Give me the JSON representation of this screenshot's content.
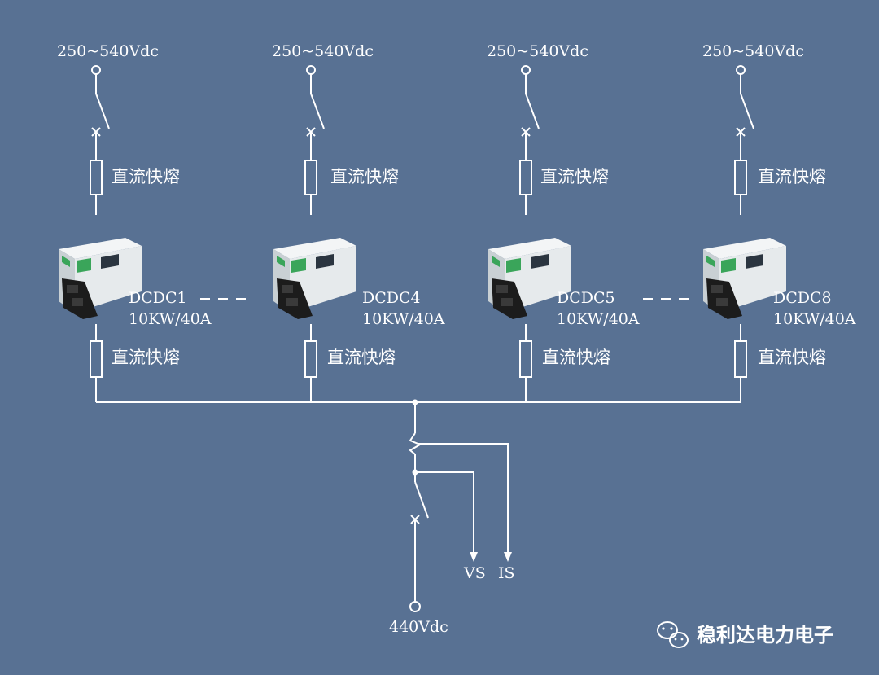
{
  "diagram": {
    "inputs": [
      {
        "voltage": "250~540Vdc",
        "fuse_top": "直流快熔",
        "module": "DCDC1",
        "rating": "10KW/40A",
        "fuse_bottom": "直流快熔"
      },
      {
        "voltage": "250~540Vdc",
        "fuse_top": "直流快熔",
        "module": "DCDC4",
        "rating": "10KW/40A",
        "fuse_bottom": "直流快熔"
      },
      {
        "voltage": "250~540Vdc",
        "fuse_top": "直流快熔",
        "module": "DCDC5",
        "rating": "10KW/40A",
        "fuse_bottom": "直流快熔"
      },
      {
        "voltage": "250~540Vdc",
        "fuse_top": "直流快熔",
        "module": "DCDC8",
        "rating": "10KW/40A",
        "fuse_bottom": "直流快熔"
      }
    ],
    "vs_label": "VS",
    "is_label": "IS",
    "output_voltage": "440Vdc"
  },
  "watermark": {
    "text": "稳利达电力电子",
    "icon": "wechat-icon"
  },
  "colors": {
    "background": "#587193",
    "line": "#ffffff",
    "module_body": "#e8ecef",
    "module_accent": "#3aa55a",
    "module_dark": "#1c1c1c"
  }
}
